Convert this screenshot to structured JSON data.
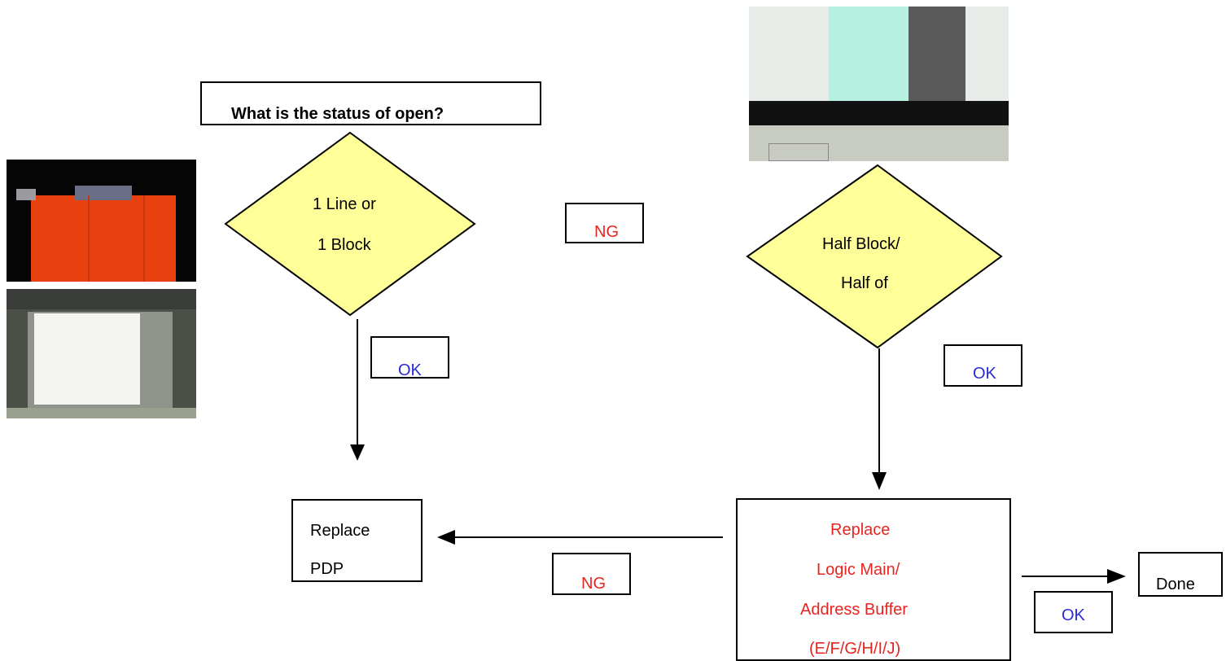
{
  "question": {
    "text": "What is the status of open?"
  },
  "decision_left": {
    "line1": "1 Line or",
    "line2": "1 Block"
  },
  "decision_right": {
    "line1": "Half Block/",
    "line2": "Half of"
  },
  "labels": {
    "ng_top": "NG",
    "ok_left": "OK",
    "ok_right": "OK",
    "ng_bottom": "NG",
    "ok_bottom": "OK"
  },
  "replace_pdp": {
    "line1": "Replace",
    "line2": "PDP"
  },
  "replace_logic": {
    "line1": "Replace",
    "line2": "Logic Main/",
    "line3": "Address Buffer",
    "line4": "(E/F/G/H/I/J)"
  },
  "done": {
    "label": "Done"
  },
  "colors": {
    "diamond_fill": "#ffff99",
    "ok_text": "#2b2bd6",
    "ng_text": "#e8241f",
    "replace_text": "#e8241f"
  }
}
